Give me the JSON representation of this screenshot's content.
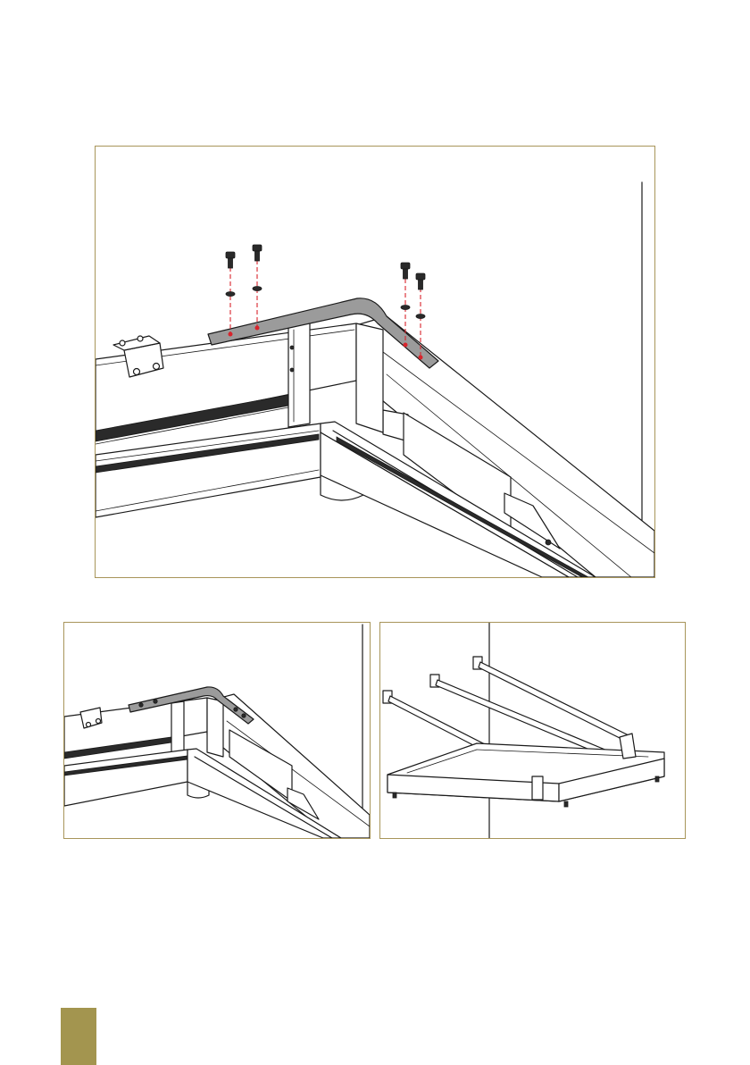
{
  "page": {
    "background": "#ffffff",
    "panel_border_color": "#a8955a",
    "tab_color": "#a3954f",
    "guide_color": "#d8242c",
    "bracket_color": "#9b9b9b"
  },
  "figures": [
    {
      "id": "main",
      "icon": "corner-bracket-bolt-assembly-illustration"
    },
    {
      "id": "detail-left",
      "icon": "corner-bracket-installed-illustration"
    },
    {
      "id": "detail-right",
      "icon": "wall-rod-frame-illustration"
    }
  ]
}
